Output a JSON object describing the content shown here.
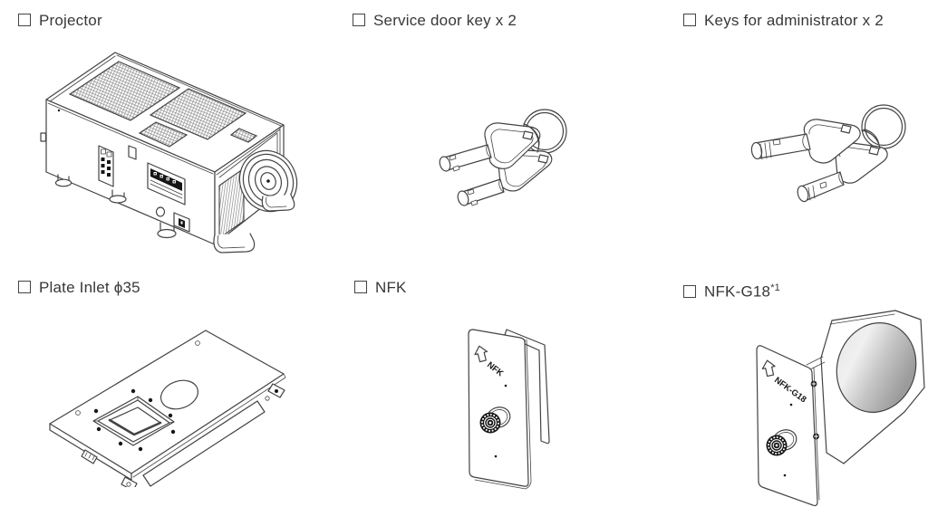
{
  "page": {
    "type": "manual-accessory-checklist"
  },
  "colors": {
    "background": "#ffffff",
    "line": "#434343",
    "text": "#383838",
    "ink": "#161616",
    "metal_light": "#f0f0f0",
    "metal_mid": "#c6c6c6",
    "metal_dark": "#9b9b9b"
  },
  "items": [
    {
      "id": "projector",
      "label": "Projector"
    },
    {
      "id": "service-door-key",
      "label": "Service door key x 2"
    },
    {
      "id": "keys-for-administrator",
      "label": "Keys for administrator x 2"
    },
    {
      "id": "plate-inlet",
      "label": "Plate Inlet ϕ35"
    },
    {
      "id": "nfk",
      "label": "NFK",
      "panel_text": "NFK"
    },
    {
      "id": "nfk-g18",
      "label": "NFK-G18",
      "label_sup": "*1",
      "panel_text": "NFK-G18"
    }
  ]
}
